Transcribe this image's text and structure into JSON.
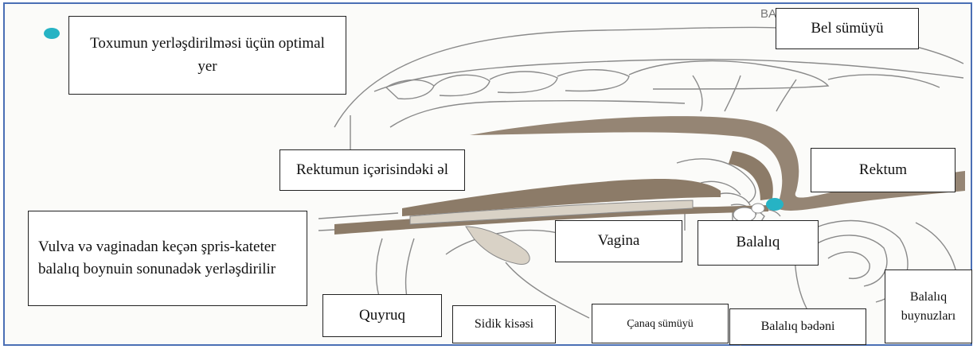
{
  "labels": {
    "legend": "Toxumun yerləşdirilməsi üçün optimal yer",
    "bel": "Bel sümüyü",
    "hand": "Rektumun içərisindəki əl",
    "rektum": "Rektum",
    "catheter": "Vulva və vaginadan keçən şpris-kateter balalıq boynuin sonunadək yerləşdirilir",
    "vagina": "Vagina",
    "balaliq": "Balalıq",
    "quyruq": "Quyruq",
    "sidik": "Sidik kisəsi",
    "canaq": "Çanaq  sümüyü",
    "bedeni": "Balalıq bədəni",
    "buynuzlari": "Balalıq buynuzları",
    "partial_top": "BA"
  },
  "colors": {
    "marker": "#26b3c4",
    "frame": "#4a6fb5",
    "outline": "#8a8a8a",
    "tissue_dark": "#8c7b68",
    "tissue_light": "#d9d2c6"
  },
  "icons": {
    "marker": "teal-dot-icon"
  }
}
